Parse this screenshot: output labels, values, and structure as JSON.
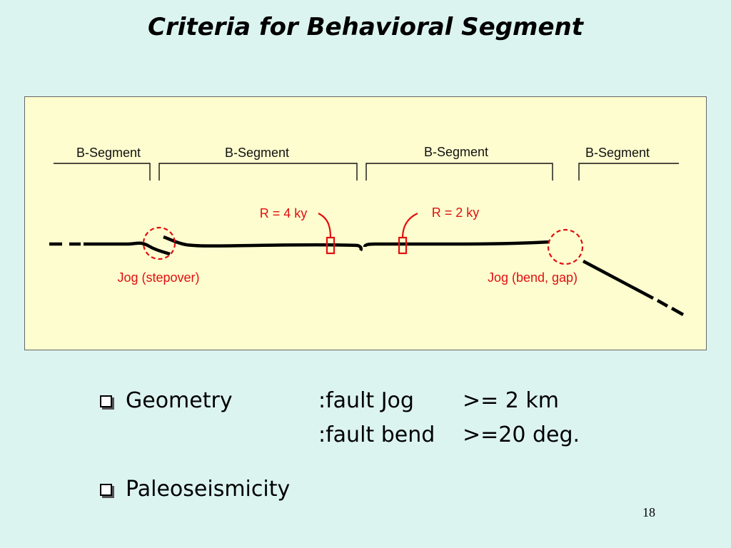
{
  "title": "Criteria for Behavioral Segment",
  "diagram": {
    "segments": [
      "B-Segment",
      "B-Segment",
      "B-Segment",
      "B-Segment"
    ],
    "annotations": {
      "r1": "R = 4 ky",
      "r2": "R = 2 ky",
      "jog1": "Jog (stepover)",
      "jog2": "Jog (bend, gap)"
    },
    "colors": {
      "fault": "#000000",
      "highlight": "#e01010",
      "panel": "#fefdcf"
    }
  },
  "criteria": {
    "geometry": {
      "label": "Geometry",
      "rows": [
        {
          "name": ":fault Jog",
          "value": ">= 2 km"
        },
        {
          "name": ":fault bend",
          "value": ">=20 deg."
        }
      ]
    },
    "paleo": {
      "label": "Paleoseismicity"
    }
  },
  "page_number": "18"
}
